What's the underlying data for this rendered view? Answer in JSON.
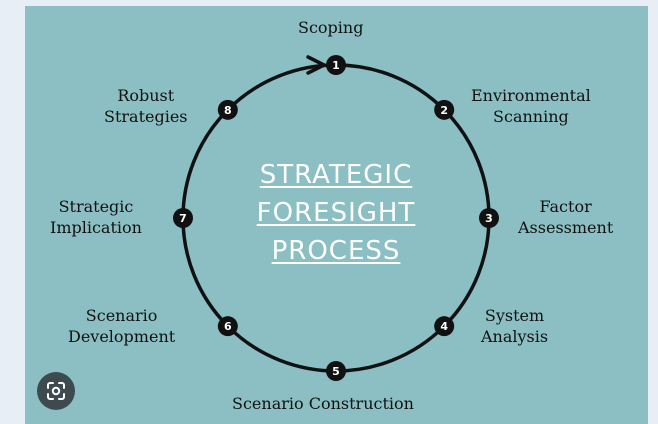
{
  "title": [
    "STRATEGIC",
    "FORESIGHT",
    "PROCESS"
  ],
  "steps": [
    {
      "number": "1",
      "label": "Scoping"
    },
    {
      "number": "2",
      "label": "Environmental\nScanning"
    },
    {
      "number": "3",
      "label": "Factor\nAssessment"
    },
    {
      "number": "4",
      "label": "System\nAnalysis"
    },
    {
      "number": "5",
      "label": "Scenario Construction"
    },
    {
      "number": "6",
      "label": "Scenario\nDevelopment"
    },
    {
      "number": "7",
      "label": "Strategic\nImplication"
    },
    {
      "number": "8",
      "label": "Robust\nStrategies"
    }
  ],
  "icons": {
    "lens_button": "camera-search-icon"
  },
  "colors": {
    "background": "#8bbfc4",
    "circle": "#111111",
    "title": "#ffffff",
    "label": "#111111"
  }
}
